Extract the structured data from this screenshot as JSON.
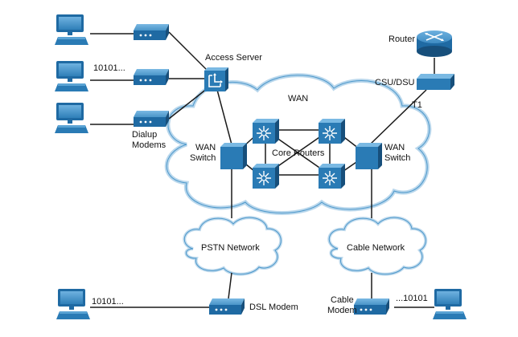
{
  "labels": {
    "access_server": "Access Server",
    "router": "Router",
    "csu_dsu": "CSU/DSU",
    "t1": "T1",
    "wan_cloud": "WAN",
    "wan_switch_left_1": "WAN",
    "wan_switch_left_2": "Switch",
    "wan_switch_right_1": "WAN",
    "wan_switch_right_2": "Switch",
    "core_routers": "Core Routers",
    "dialup_1": "Dialup",
    "dialup_2": "Modems",
    "binary_top": "10101...",
    "pstn_network": "PSTN Network",
    "cable_network": "Cable Network",
    "binary_bottom_left": "10101...",
    "dsl_modem": "DSL Modem",
    "binary_bottom_right": "...10101",
    "cable_modem_1": "Cable",
    "cable_modem_2": "Modem"
  },
  "colors": {
    "device_blue": "#2a7bb5",
    "device_dark": "#1a5f8d",
    "device_light": "#5aa3d4",
    "cloud_fill": "#ffffff",
    "cloud_stroke": "#7fb6dc",
    "wire": "#1a1a1a"
  }
}
